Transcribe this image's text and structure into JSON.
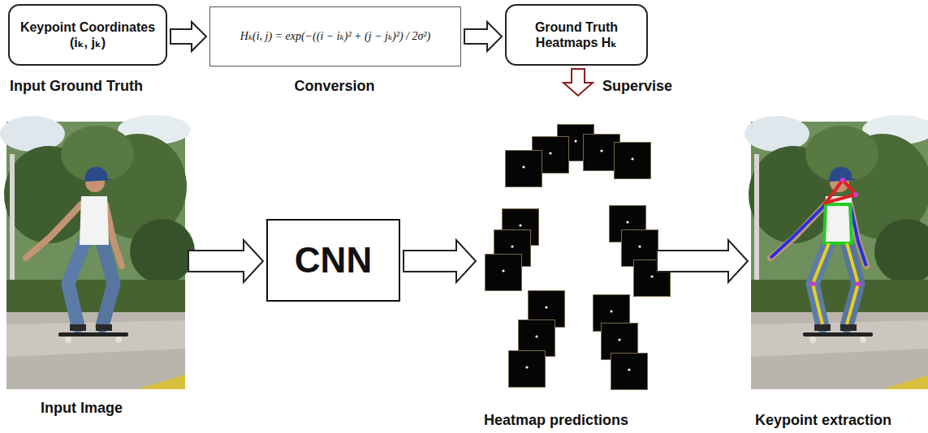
{
  "diagram": {
    "nodes": [
      {
        "text": [
          "Keypoint Coordinates (iₖ, jₖ)",
          "Input Ground Truth"
        ]
      },
      {
        "text": [
          "Hₖ(i, j) = exp(−((i − iₖ)² + (j − jₖ)²) / 2σ²)",
          "Conversion"
        ]
      },
      {
        "text": [
          "Ground Truth Heatmaps Hₖ"
        ]
      },
      {
        "text": [
          "Input Image"
        ]
      },
      {
        "text": [
          "CNN"
        ]
      },
      {
        "text": [
          "Heatmap predictions"
        ]
      },
      {
        "text": [
          "Keypoint extraction"
        ]
      }
    ],
    "edges": [
      {
        "from": 0,
        "to": 1,
        "arrow": "to"
      },
      {
        "from": 1,
        "to": 2,
        "arrow": "to"
      },
      {
        "from": 2,
        "to": 5,
        "label": "Supervise",
        "arrow": "to"
      },
      {
        "from": 3,
        "to": 4,
        "arrow": "to"
      },
      {
        "from": 4,
        "to": 5,
        "arrow": "to"
      },
      {
        "from": 5,
        "to": 6,
        "arrow": "to"
      }
    ]
  }
}
